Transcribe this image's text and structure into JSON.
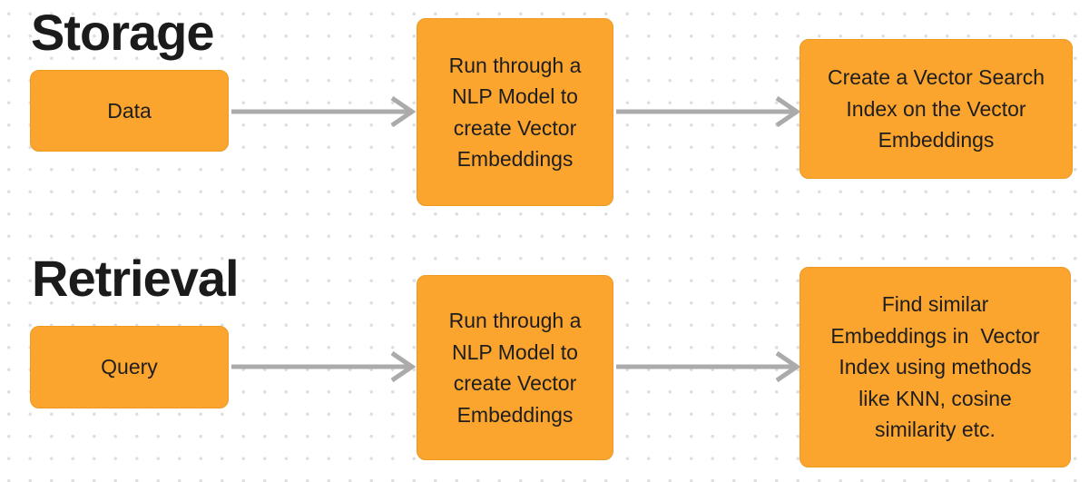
{
  "diagram": {
    "colors": {
      "node_fill": "#FBA42E",
      "node_edge": "#ED9A20",
      "arrow": "#ABABAB",
      "heading_text": "#1B1B1B",
      "node_text": "#1E1E1E",
      "background": "#FFFFFF",
      "background_dots": "#DEDEDE"
    },
    "sections": [
      {
        "title": "Storage",
        "nodes": [
          {
            "label": "Data"
          },
          {
            "label": "Run through a\nNLP Model to\ncreate Vector\nEmbeddings"
          },
          {
            "label": "Create a Vector Search\nIndex on the Vector\nEmbeddings"
          }
        ],
        "connectors": [
          "arrow-right",
          "arrow-right"
        ]
      },
      {
        "title": "Retrieval",
        "nodes": [
          {
            "label": "Query"
          },
          {
            "label": "Run through a\nNLP Model to\ncreate Vector\nEmbeddings"
          },
          {
            "label": "Find similar\nEmbeddings in  Vector\nIndex using methods\nlike KNN, cosine\nsimilarity etc."
          }
        ],
        "connectors": [
          "arrow-right",
          "arrow-right"
        ]
      }
    ]
  }
}
